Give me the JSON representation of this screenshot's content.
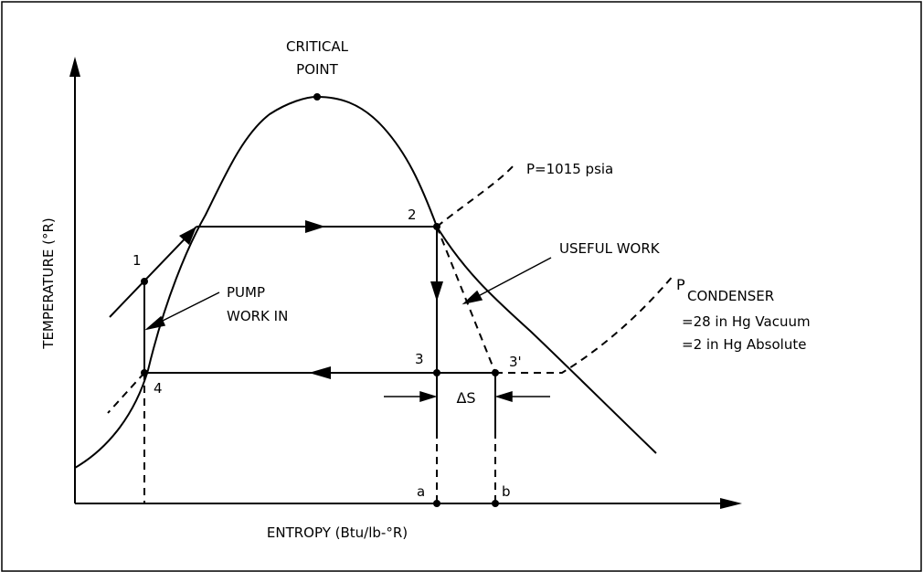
{
  "diagram": {
    "labels": {
      "critical_point_line1": "CRITICAL",
      "critical_point_line2": "POINT",
      "pressure_high": "P=1015 psia",
      "useful_work": "USEFUL WORK",
      "pump_work_line1": "PUMP",
      "pump_work_line2": "WORK IN",
      "condenser_p": "P",
      "condenser_sub": "CONDENSER",
      "condenser_vacuum": "=28 in Hg Vacuum",
      "condenser_absolute": "=2 in Hg Absolute",
      "delta_s": "ΔS",
      "y_axis": "TEMPERATURE (°R)",
      "x_axis": "ENTROPY (Btu/lb-°R)"
    },
    "points": {
      "p1": "1",
      "p2": "2",
      "p3": "3",
      "p3prime": "3'",
      "p4": "4",
      "pa": "a",
      "pb": "b"
    },
    "colors": {
      "stroke": "#000000",
      "background": "#ffffff"
    }
  }
}
